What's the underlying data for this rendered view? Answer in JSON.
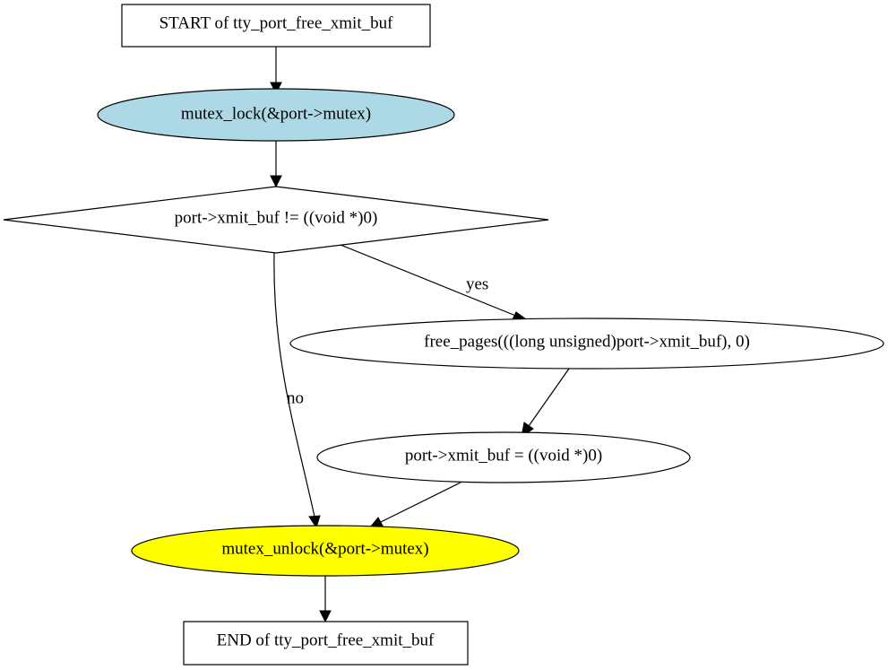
{
  "nodes": {
    "start": {
      "label": "START of tty_port_free_xmit_buf",
      "shape": "box",
      "fill": "#ffffff"
    },
    "lock": {
      "label": "mutex_lock(&port->mutex)",
      "shape": "ellipse",
      "fill": "#add8e6"
    },
    "decision": {
      "label": "port->xmit_buf != ((void *)0)",
      "shape": "diamond",
      "fill": "#ffffff"
    },
    "free_pages": {
      "label": "free_pages(((long unsigned)port->xmit_buf), 0)",
      "shape": "ellipse",
      "fill": "#ffffff"
    },
    "assign": {
      "label": "port->xmit_buf = ((void *)0)",
      "shape": "ellipse",
      "fill": "#ffffff"
    },
    "unlock": {
      "label": "mutex_unlock(&port->mutex)",
      "shape": "ellipse",
      "fill": "#ffff00"
    },
    "end": {
      "label": "END of tty_port_free_xmit_buf",
      "shape": "box",
      "fill": "#ffffff"
    }
  },
  "edges": {
    "start_to_lock": {
      "from": "start",
      "to": "lock",
      "label": ""
    },
    "lock_to_decision": {
      "from": "lock",
      "to": "decision",
      "label": ""
    },
    "decision_yes": {
      "from": "decision",
      "to": "free_pages",
      "label": "yes"
    },
    "decision_no": {
      "from": "decision",
      "to": "unlock",
      "label": "no"
    },
    "free_to_assign": {
      "from": "free_pages",
      "to": "assign",
      "label": ""
    },
    "assign_to_unlock": {
      "from": "assign",
      "to": "unlock",
      "label": ""
    },
    "unlock_to_end": {
      "from": "unlock",
      "to": "end",
      "label": ""
    }
  }
}
